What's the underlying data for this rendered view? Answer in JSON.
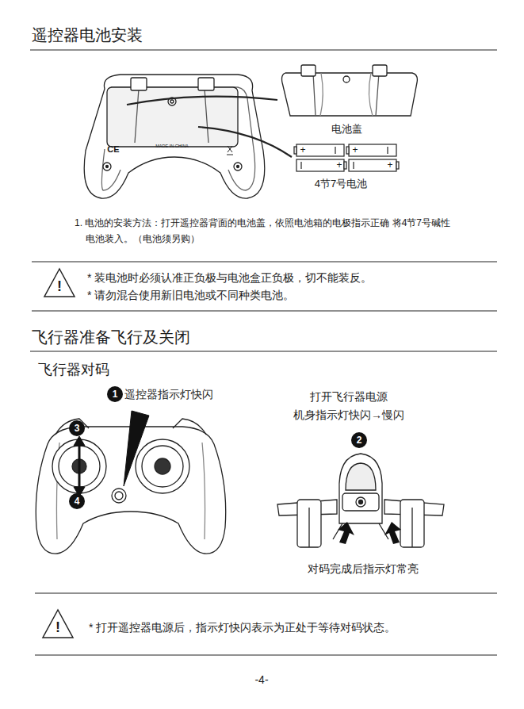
{
  "diagram": {
    "title": "遥控器电池安装",
    "nodes": [
      {
        "text": [
          "1"
        ]
      },
      {
        "text": [
          "2"
        ]
      },
      {
        "text": [
          "3"
        ]
      },
      {
        "text": [
          "4"
        ]
      }
    ],
    "labels": [
      "CE",
      "MADE IN CHINA",
      "电池盖",
      "+",
      "+",
      "+",
      "+",
      "4节7号电池",
      "1. 电池的安装方法：打开遥控器背面的电池盖，依照电池箱的电极指示正确 将4节7号碱性电池装入。（电池须另购）",
      "!",
      "* 装电池时必须认准正负极与电池盒正负极，切不能装反。",
      "* 请勿混合使用新旧电池或不同种类电池。",
      "飞行器准备飞行及关闭",
      "飞行器对码",
      "遥控器指示灯快闪",
      "打开飞行器电源",
      "机身指示灯快闪→慢闪",
      "对码完成后指示灯常亮",
      "!",
      "* 打开遥控器电源后，指示灯快闪表示为正处于等待对码状态。",
      "-4-"
    ]
  }
}
